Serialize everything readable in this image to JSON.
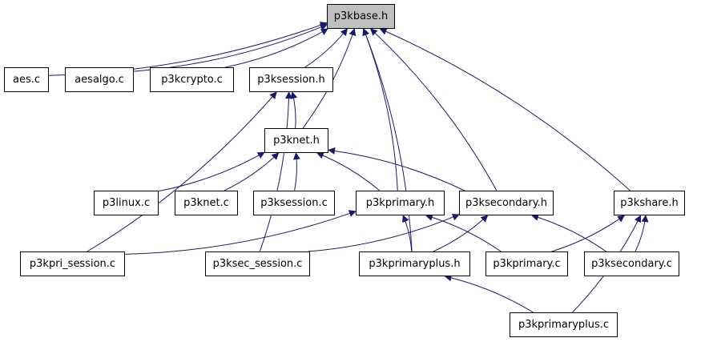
{
  "diagram": {
    "root_file": "p3kbase.h",
    "colors": {
      "edge": "#191970",
      "root_fill": "#bfbfbf",
      "node_fill": "#ffffff",
      "border": "#000000"
    },
    "nodes": {
      "p3kbase_h": "p3kbase.h",
      "aes_c": "aes.c",
      "aesalgo_c": "aesalgo.c",
      "p3kcrypto_c": "p3kcrypto.c",
      "p3ksession_h": "p3ksession.h",
      "p3knet_h": "p3knet.h",
      "p3klinux_c": "p3linux.c",
      "p3knet_c": "p3knet.c",
      "p3ksession_c": "p3ksession.c",
      "p3kprimary_h": "p3kprimary.h",
      "p3ksecondary_h": "p3ksecondary.h",
      "p3kshare_h": "p3kshare.h",
      "p3kpri_session_c": "p3kpri_session.c",
      "p3ksec_session_c": "p3ksec_session.c",
      "p3kprimaryplus_h": "p3kprimaryplus.h",
      "p3kprimary_c": "p3kprimary.c",
      "p3ksecondary_c": "p3ksecondary.c",
      "p3kprimaryplus_c": "p3kprimaryplus.c"
    },
    "edges": [
      {
        "from": "aes_c",
        "to": "p3kbase_h"
      },
      {
        "from": "aesalgo_c",
        "to": "p3kbase_h"
      },
      {
        "from": "p3kcrypto_c",
        "to": "p3kbase_h"
      },
      {
        "from": "p3ksession_h",
        "to": "p3kbase_h"
      },
      {
        "from": "p3knet_h",
        "to": "p3kbase_h"
      },
      {
        "from": "p3kprimary_h",
        "to": "p3kbase_h"
      },
      {
        "from": "p3ksecondary_h",
        "to": "p3kbase_h"
      },
      {
        "from": "p3kprimaryplus_h",
        "to": "p3kbase_h"
      },
      {
        "from": "p3kshare_h",
        "to": "p3kbase_h"
      },
      {
        "from": "p3knet_h",
        "to": "p3ksession_h"
      },
      {
        "from": "p3kpri_session_c",
        "to": "p3ksession_h"
      },
      {
        "from": "p3ksec_session_c",
        "to": "p3ksession_h"
      },
      {
        "from": "p3klinux_c",
        "to": "p3knet_h"
      },
      {
        "from": "p3knet_c",
        "to": "p3knet_h"
      },
      {
        "from": "p3ksession_c",
        "to": "p3knet_h"
      },
      {
        "from": "p3kprimary_h",
        "to": "p3knet_h"
      },
      {
        "from": "p3ksecondary_h",
        "to": "p3knet_h"
      },
      {
        "from": "p3kpri_session_c",
        "to": "p3kprimary_h"
      },
      {
        "from": "p3kprimaryplus_h",
        "to": "p3kprimary_h"
      },
      {
        "from": "p3kprimary_c",
        "to": "p3kprimary_h"
      },
      {
        "from": "p3ksec_session_c",
        "to": "p3ksecondary_h"
      },
      {
        "from": "p3kprimaryplus_h",
        "to": "p3ksecondary_h"
      },
      {
        "from": "p3ksecondary_c",
        "to": "p3ksecondary_h"
      },
      {
        "from": "p3kprimary_c",
        "to": "p3kshare_h"
      },
      {
        "from": "p3ksecondary_c",
        "to": "p3kshare_h"
      },
      {
        "from": "p3kprimaryplus_c",
        "to": "p3kshare_h"
      },
      {
        "from": "p3kprimaryplus_c",
        "to": "p3kprimaryplus_h"
      }
    ]
  }
}
